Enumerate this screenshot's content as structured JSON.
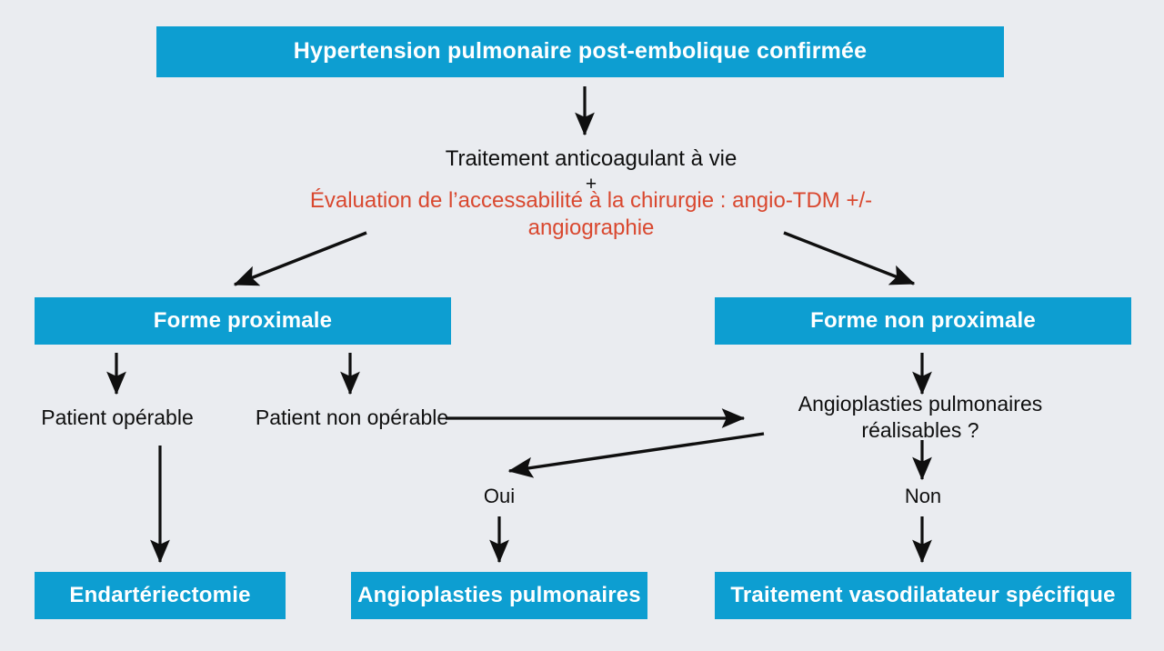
{
  "diagram": {
    "title": "Hypertension pulmonaire post-embolique confirmee - algorithme",
    "background_color": "#eaecf0",
    "box_color": "#0d9ed1",
    "box_text_color": "#ffffff",
    "accent_red": "#d9482f",
    "text_color": "#0f0f0f",
    "arrow_color": "#0f0f0f",
    "nodes": {
      "root": "Hypertension pulmonaire post-embolique confirmée",
      "treatment": "Traitement anticoagulant à vie",
      "plus": "+",
      "evaluation": "Évaluation de l’accessabilité à la chirurgie : angio-TDM +/- angiographie",
      "form_proximal": "Forme proximale",
      "form_non_proximal": "Forme non proximale",
      "patient_operable": "Patient opérable",
      "patient_non_operable": "Patient non opérable",
      "angioplasty_question": "Angioplasties pulmonaires réalisables ?",
      "yes": "Oui",
      "no": "Non",
      "endarterectomy": "Endartériectomie",
      "pulmonary_angioplasty": "Angioplasties pulmonaires",
      "vasodilator": "Traitement vasodilatateur spécifique"
    },
    "edges": [
      {
        "name": "root-to-treatment",
        "from": "root",
        "to": "treatment",
        "label": ""
      },
      {
        "name": "eval-to-form-proximal",
        "from": "evaluation",
        "to": "form_proximal",
        "label": ""
      },
      {
        "name": "eval-to-form-non-proximal",
        "from": "evaluation",
        "to": "form_non_proximal",
        "label": ""
      },
      {
        "name": "proximal-to-operable",
        "from": "form_proximal",
        "to": "patient_operable",
        "label": ""
      },
      {
        "name": "proximal-to-non-operable",
        "from": "form_proximal",
        "to": "patient_non_operable",
        "label": ""
      },
      {
        "name": "non-operable-to-angioplasty-question",
        "from": "patient_non_operable",
        "to": "angioplasty_question",
        "label": ""
      },
      {
        "name": "non-proximal-to-angioplasty-question",
        "from": "form_non_proximal",
        "to": "angioplasty_question",
        "label": ""
      },
      {
        "name": "angioplasty-question-to-yes",
        "from": "angioplasty_question",
        "to": "yes",
        "label": "Oui"
      },
      {
        "name": "angioplasty-question-to-no",
        "from": "angioplasty_question",
        "to": "no",
        "label": "Non"
      },
      {
        "name": "operable-to-endarterectomy",
        "from": "patient_operable",
        "to": "endarterectomy",
        "label": ""
      },
      {
        "name": "yes-to-pulmonary-angioplasty",
        "from": "yes",
        "to": "pulmonary_angioplasty",
        "label": ""
      },
      {
        "name": "no-to-vasodilator",
        "from": "no",
        "to": "vasodilator",
        "label": ""
      }
    ]
  }
}
